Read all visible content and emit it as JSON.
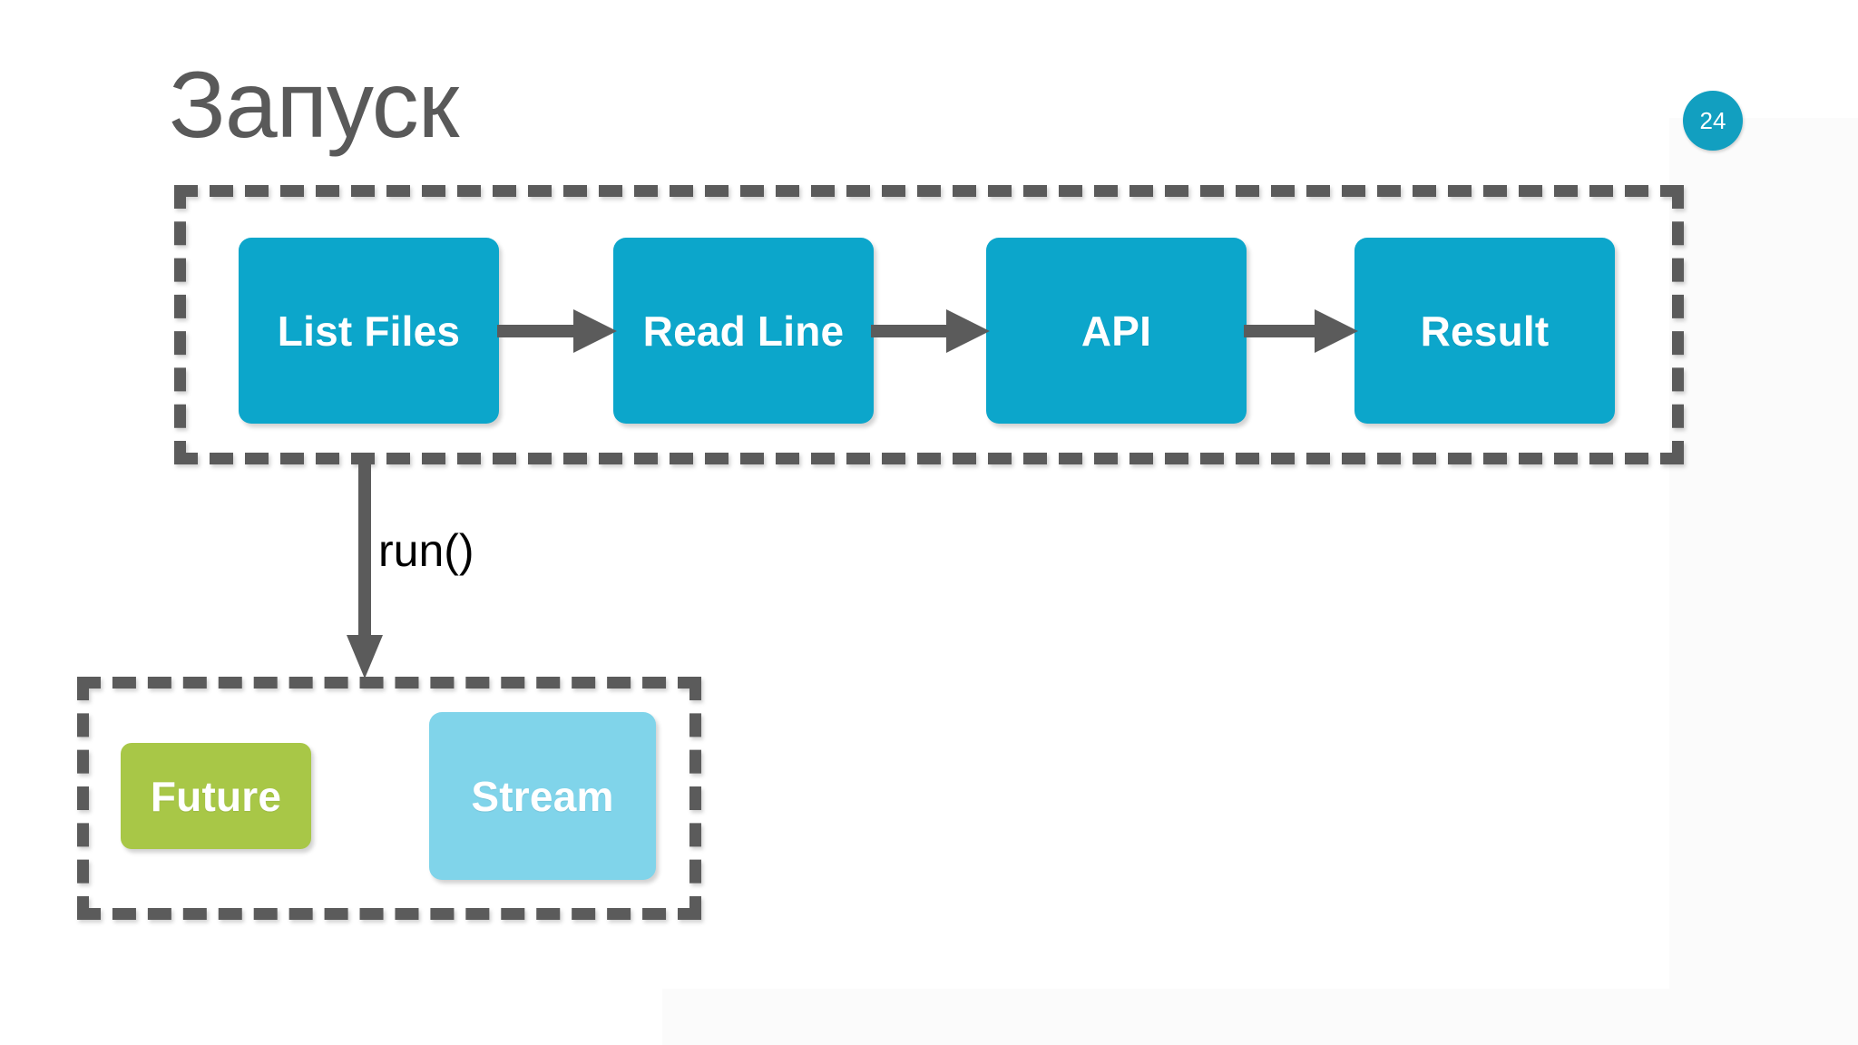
{
  "slide": {
    "title": "Запуск",
    "page_number": "24",
    "title_color": "#595959",
    "badge_color": "#129FC0",
    "background": "#ffffff"
  },
  "colors": {
    "teal": "#0CA6CB",
    "green": "#A8C747",
    "light_blue": "#80D4EA",
    "dashed_border": "#5B5B5B",
    "arrow": "#5B5B5B",
    "label_text": "#000000"
  },
  "pipeline": {
    "name": "pipeline-group",
    "nodes": [
      {
        "id": "list-files",
        "label": "List Files",
        "color": "#0CA6CB"
      },
      {
        "id": "read-line",
        "label": "Read Line",
        "color": "#0CA6CB"
      },
      {
        "id": "api",
        "label": "API",
        "color": "#0CA6CB"
      },
      {
        "id": "result",
        "label": "Result",
        "color": "#0CA6CB"
      }
    ],
    "connectors": [
      {
        "from": "list-files",
        "to": "read-line",
        "direction": "right",
        "label": ""
      },
      {
        "from": "read-line",
        "to": "api",
        "direction": "right",
        "label": ""
      },
      {
        "from": "api",
        "to": "result",
        "direction": "right",
        "label": ""
      }
    ]
  },
  "run_edge": {
    "label": "run()",
    "direction": "down",
    "from": "pipeline-group",
    "to": "async-group"
  },
  "async_results": {
    "name": "async-group",
    "nodes": [
      {
        "id": "future",
        "label": "Future",
        "color": "#A8C747"
      },
      {
        "id": "stream",
        "label": "Stream",
        "color": "#80D4EA"
      }
    ]
  }
}
